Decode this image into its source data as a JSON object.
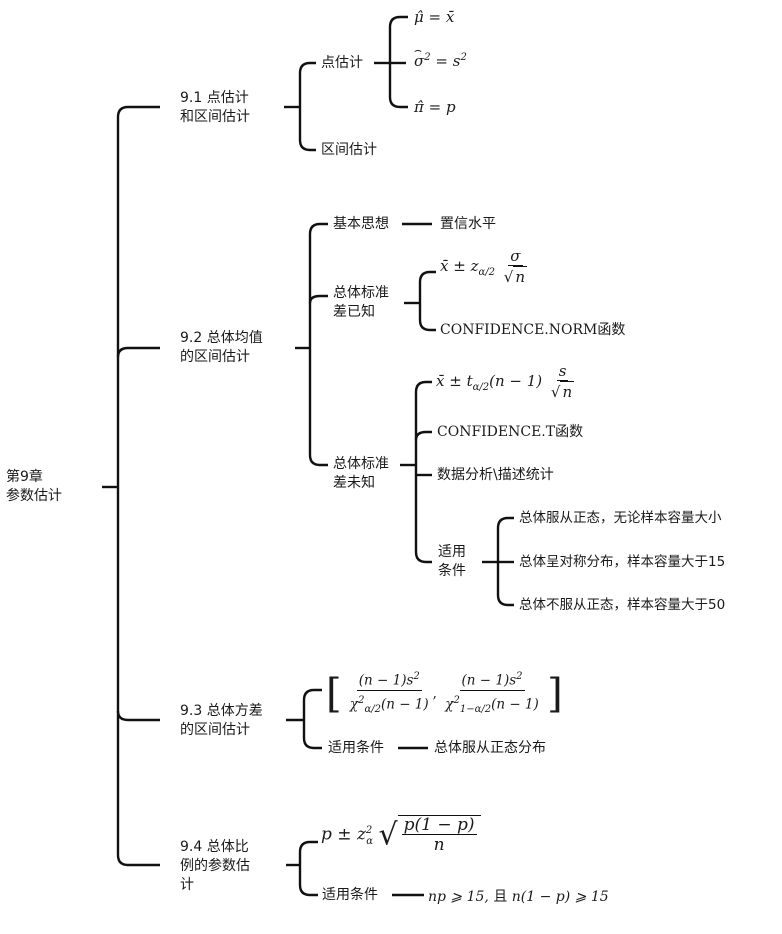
{
  "root": {
    "line1": "第9章",
    "line2": "参数估计"
  },
  "sections": [
    {
      "title_line1": "9.1 点估计",
      "title_line2": "和区间估计",
      "children": {
        "point_estimate": {
          "label": "点估计",
          "formulas": [
            "μ̂ = x̄",
            "σ̂² = s²",
            "π̂ = p"
          ]
        },
        "interval_estimate": {
          "label": "区间估计"
        }
      }
    },
    {
      "title_line1": "9.2 总体均值",
      "title_line2": "的区间估计",
      "children": {
        "basic_idea": {
          "label": "基本思想",
          "child": "置信水平"
        },
        "sigma_known": {
          "label_line1": "总体标准",
          "label_line2": "差已知",
          "formula": "x̄ ± z_{α/2} · σ/√n",
          "function": "CONFIDENCE.NORM函数"
        },
        "sigma_unknown": {
          "label_line1": "总体标准",
          "label_line2": "差未知",
          "formula": "x̄ ± t_{α/2}(n−1) · s/√n",
          "function": "CONFIDENCE.T函数",
          "tool": "数据分析\\描述统计",
          "conditions": {
            "label_line1": "适用",
            "label_line2": "条件",
            "items": [
              "总体服从正态，无论样本容量大小",
              "总体呈对称分布，样本容量大于15",
              "总体不服从正态，样本容量大于50"
            ]
          }
        }
      }
    },
    {
      "title_line1": "9.3 总体方差",
      "title_line2": "的区间估计",
      "children": {
        "formula": "[ (n−1)s² / χ²_{α/2}(n−1) , (n−1)s² / χ²_{1−α/2}(n−1) ]",
        "conditions": {
          "label": "适用条件",
          "value": "总体服从正态分布"
        }
      }
    },
    {
      "title_line1": "9.4 总体比",
      "title_line2": "例的参数估",
      "title_line3": "计",
      "children": {
        "formula": "p ± z²_α √( p(1−p) / n )",
        "conditions": {
          "label": "适用条件",
          "value": "np ⩾ 15, 且 n(1 − p) ⩾ 15"
        }
      }
    }
  ],
  "math_parts": {
    "mu_hat": "μ̂",
    "x_bar": "x̄",
    "sigma": "σ",
    "s": "s",
    "p": "p",
    "pi_hat": "π̂",
    "eq": "=",
    "pm": "±",
    "z": "z",
    "t": "t",
    "n": "n",
    "nm1": "(n − 1)",
    "nm1s2": "(n − 1)s",
    "chi": "χ",
    "two": "2",
    "alpha_half": "α/2",
    "one_minus_alpha_half": "1−α/2",
    "p1mp": "p(1 − p)",
    "alpha": "α",
    "comma": ",",
    "np_cond": "np ⩾ 15, ",
    "qie": "且",
    "n1mp_cond": " n(1 − p) ⩾ 15",
    "lbr": "[",
    "rbr": "]",
    "sqrt_sym": "√"
  }
}
